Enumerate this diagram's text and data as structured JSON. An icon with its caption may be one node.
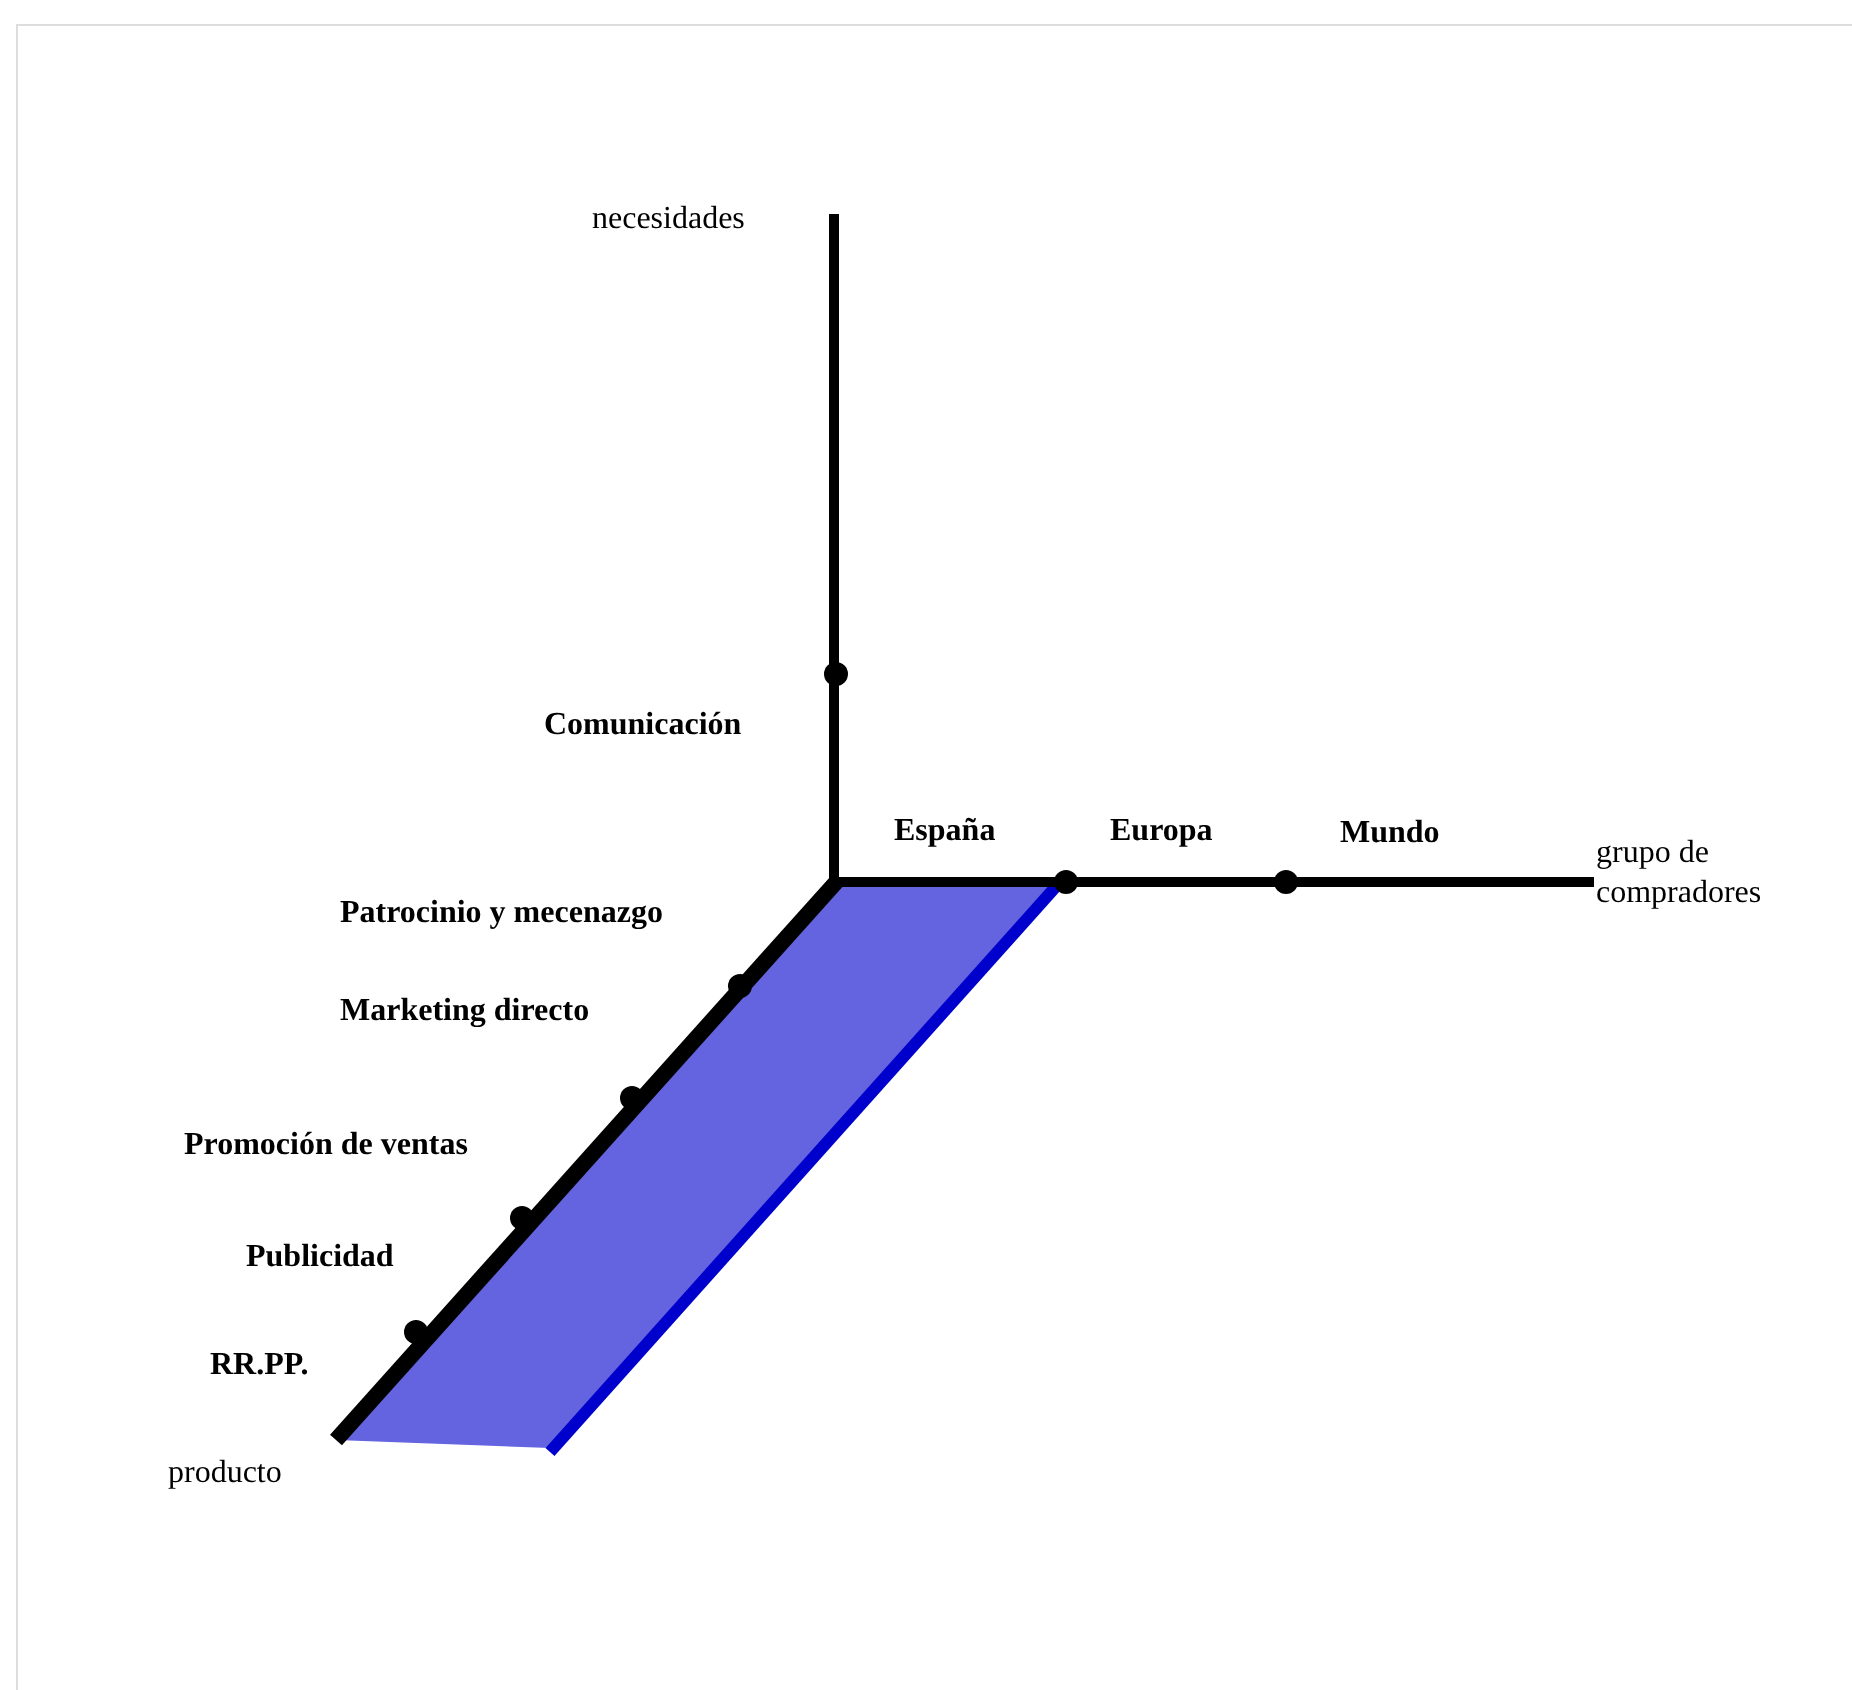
{
  "diagram": {
    "labels": [
      "necesidades",
      "Comunicación",
      "España",
      "Europa",
      "Mundo",
      "grupo de compradores",
      "Patrocinio y mecenazgo",
      "Marketing directo",
      "Promoción de ventas",
      "Publicidad",
      "RR.PP.",
      "producto"
    ]
  }
}
